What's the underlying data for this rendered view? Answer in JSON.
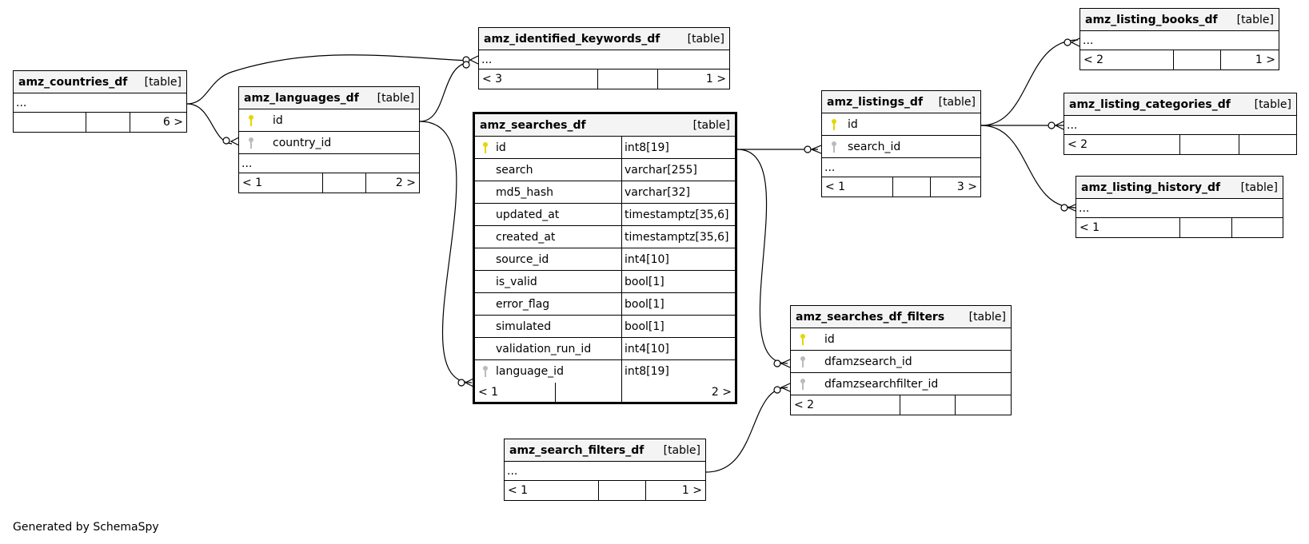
{
  "footer": "Generated by SchemaSpy",
  "colors": {
    "pk_key": "#e5d600",
    "fk_key": "#bbbbbb",
    "header_bg": "#f4f4f4"
  },
  "tables": {
    "countries": {
      "name": "amz_countries_df",
      "kind": "[table]",
      "ellipsis": "...",
      "pag_left": "",
      "pag_right": "6 >"
    },
    "languages": {
      "name": "amz_languages_df",
      "kind": "[table]",
      "col1": "id",
      "col2": "country_id",
      "ellipsis": "...",
      "pag_left": "< 1",
      "pag_right": "2 >"
    },
    "keywords": {
      "name": "amz_identified_keywords_df",
      "kind": "[table]",
      "ellipsis": "...",
      "pag_left": "< 3",
      "pag_right": "1 >"
    },
    "searches": {
      "name": "amz_searches_df",
      "kind": "[table]",
      "pag_left": "< 1",
      "pag_right": "2 >",
      "columns": [
        {
          "name": "id",
          "type": "int8[19]",
          "key": "pk"
        },
        {
          "name": "search",
          "type": "varchar[255]",
          "key": ""
        },
        {
          "name": "md5_hash",
          "type": "varchar[32]",
          "key": ""
        },
        {
          "name": "updated_at",
          "type": "timestamptz[35,6]",
          "key": ""
        },
        {
          "name": "created_at",
          "type": "timestamptz[35,6]",
          "key": ""
        },
        {
          "name": "source_id",
          "type": "int4[10]",
          "key": ""
        },
        {
          "name": "is_valid",
          "type": "bool[1]",
          "key": ""
        },
        {
          "name": "error_flag",
          "type": "bool[1]",
          "key": ""
        },
        {
          "name": "simulated",
          "type": "bool[1]",
          "key": ""
        },
        {
          "name": "validation_run_id",
          "type": "int4[10]",
          "key": ""
        },
        {
          "name": "language_id",
          "type": "int8[19]",
          "key": "fk"
        }
      ]
    },
    "listings": {
      "name": "amz_listings_df",
      "kind": "[table]",
      "col1": "id",
      "col2": "search_id",
      "ellipsis": "...",
      "pag_left": "< 1",
      "pag_right": "3 >"
    },
    "books": {
      "name": "amz_listing_books_df",
      "kind": "[table]",
      "ellipsis": "...",
      "pag_left": "< 2",
      "pag_right": "1 >"
    },
    "categories": {
      "name": "amz_listing_categories_df",
      "kind": "[table]",
      "ellipsis": "...",
      "pag_left": "< 2",
      "pag_right": ""
    },
    "history": {
      "name": "amz_listing_history_df",
      "kind": "[table]",
      "ellipsis": "...",
      "pag_left": "< 1",
      "pag_right": ""
    },
    "filters": {
      "name": "amz_searches_df_filters",
      "kind": "[table]",
      "col1": "id",
      "col2": "dfamzsearch_id",
      "col3": "dfamzsearchfilter_id",
      "pag_left": "< 2",
      "pag_right": ""
    },
    "search_filters": {
      "name": "amz_search_filters_df",
      "kind": "[table]",
      "ellipsis": "...",
      "pag_left": "< 1",
      "pag_right": "1 >"
    }
  }
}
